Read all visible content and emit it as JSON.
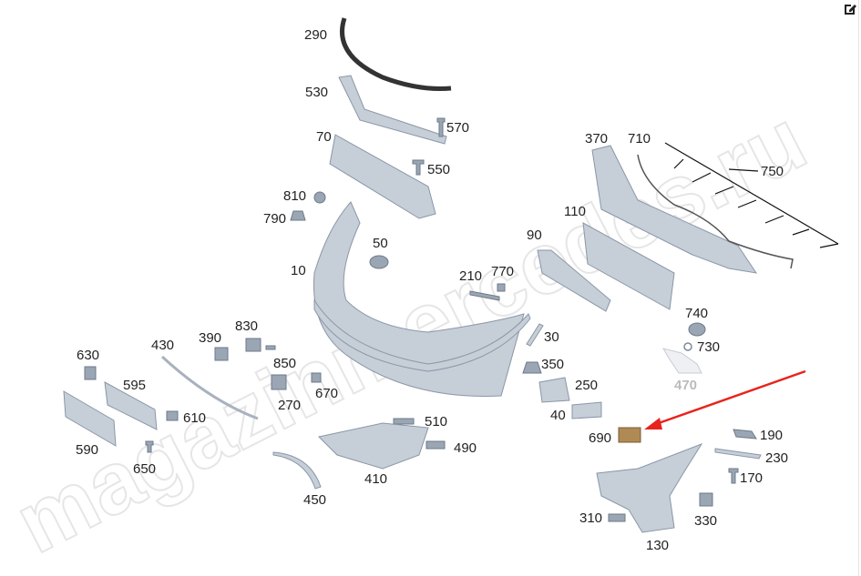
{
  "watermark": "magazinmercedes.ru",
  "edit_icon": "edit-icon",
  "highlight_color": "#e8231e",
  "highlighted_part": "690",
  "labels": [
    "290",
    "530",
    "570",
    "70",
    "550",
    "810",
    "790",
    "10",
    "50",
    "210",
    "770",
    "90",
    "110",
    "370",
    "710",
    "750",
    "740",
    "730",
    "470",
    "30",
    "350",
    "250",
    "40",
    "690",
    "190",
    "230",
    "170",
    "330",
    "310",
    "130",
    "630",
    "595",
    "430",
    "390",
    "830",
    "850",
    "610",
    "270",
    "670",
    "590",
    "650",
    "510",
    "490",
    "410",
    "450"
  ]
}
